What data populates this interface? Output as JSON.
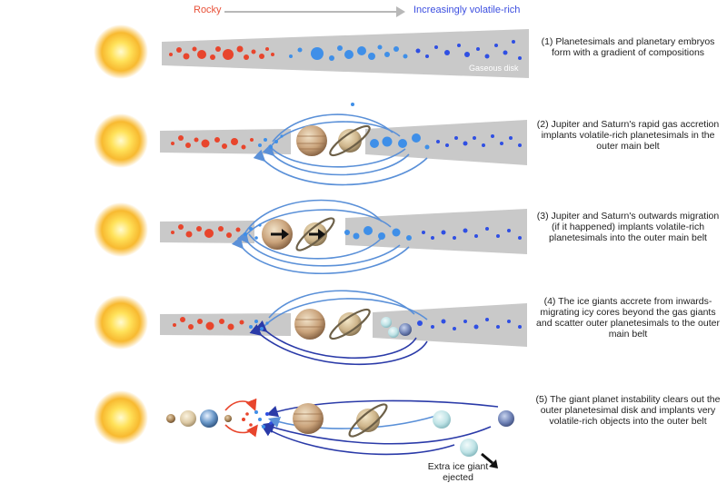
{
  "header": {
    "rocky_label": "Rocky",
    "volatile_label": "Increasingly volatile-rich"
  },
  "disk_label": "Gaseous disk",
  "steps": [
    {
      "caption": "(1) Planetesimals and planetary embryos form with a gradient of compositions"
    },
    {
      "caption": "(2) Jupiter and Saturn's rapid gas accretion implants volatile-rich planetesimals in the outer main belt"
    },
    {
      "caption": "(3) Jupiter and Saturn's outwards migration (if it happened) implants volatile-rich planetesimals into the outer main belt"
    },
    {
      "caption": "(4) The ice giants accrete from inwards-migrating icy cores beyond the gas giants and scatter outer planetesimals to the outer main belt"
    },
    {
      "caption": "(5) The giant planet instability clears out the outer planetesimal disk and implants very volatile-rich objects into the outer belt"
    }
  ],
  "ejected_label": "Extra ice giant ejected",
  "colors": {
    "rocky": "#e8452c",
    "volatile": "#2f4fe3",
    "mid": "#3f8fe8",
    "disk": "#c9c9c9",
    "sun_core": "#fff6b0",
    "sun_edge": "#f5a000",
    "orbit_arc": "#5a90d8"
  }
}
